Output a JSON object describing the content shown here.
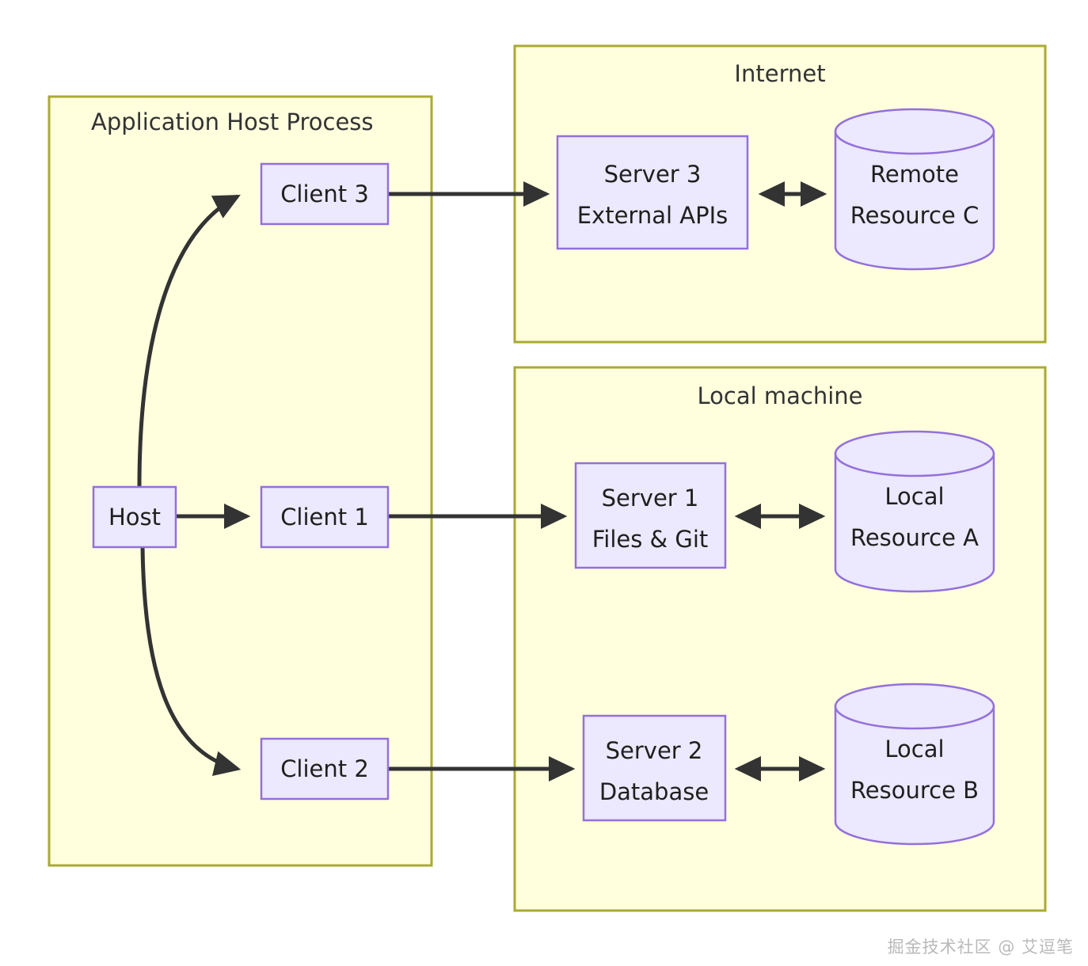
{
  "diagram": {
    "title_semantic": "mcp-host-client-server-architecture",
    "colors": {
      "group_fill": "#ffffde",
      "group_stroke": "#aaaa33",
      "node_fill": "#ece8fd",
      "node_stroke": "#9370db",
      "edge_stroke": "#333333",
      "text": "#1f1f1f",
      "watermark": "#b9b9b9",
      "background": "#ffffff"
    },
    "groups": [
      {
        "id": "app-host-process",
        "label": "Application Host Process"
      },
      {
        "id": "internet",
        "label": "Internet"
      },
      {
        "id": "local-machine",
        "label": "Local machine"
      }
    ],
    "nodes": {
      "host": {
        "label": "Host",
        "shape": "rect"
      },
      "client1": {
        "label": "Client 1",
        "shape": "rect"
      },
      "client2": {
        "label": "Client 2",
        "shape": "rect"
      },
      "client3": {
        "label": "Client 3",
        "shape": "rect"
      },
      "server1": {
        "line1": "Server 1",
        "line2": "Files & Git",
        "shape": "rect"
      },
      "server2": {
        "line1": "Server 2",
        "line2": "Database",
        "shape": "rect"
      },
      "server3": {
        "line1": "Server 3",
        "line2": "External APIs",
        "shape": "rect"
      },
      "resourceA": {
        "line1": "Local",
        "line2": "Resource A",
        "shape": "cylinder"
      },
      "resourceB": {
        "line1": "Local",
        "line2": "Resource B",
        "shape": "cylinder"
      },
      "resourceC": {
        "line1": "Remote",
        "line2": "Resource C",
        "shape": "cylinder"
      }
    },
    "edges": [
      {
        "from": "host",
        "to": "client3",
        "style": "curved",
        "arrow": "single"
      },
      {
        "from": "host",
        "to": "client1",
        "style": "straight",
        "arrow": "single"
      },
      {
        "from": "host",
        "to": "client2",
        "style": "curved",
        "arrow": "single"
      },
      {
        "from": "client3",
        "to": "server3",
        "style": "straight",
        "arrow": "single"
      },
      {
        "from": "client1",
        "to": "server1",
        "style": "straight",
        "arrow": "single"
      },
      {
        "from": "client2",
        "to": "server2",
        "style": "straight",
        "arrow": "single"
      },
      {
        "from": "server3",
        "to": "resourceC",
        "style": "straight",
        "arrow": "double"
      },
      {
        "from": "server1",
        "to": "resourceA",
        "style": "straight",
        "arrow": "double"
      },
      {
        "from": "server2",
        "to": "resourceB",
        "style": "straight",
        "arrow": "double"
      }
    ],
    "watermark": "掘金技术社区 @ 艾逗笔"
  }
}
